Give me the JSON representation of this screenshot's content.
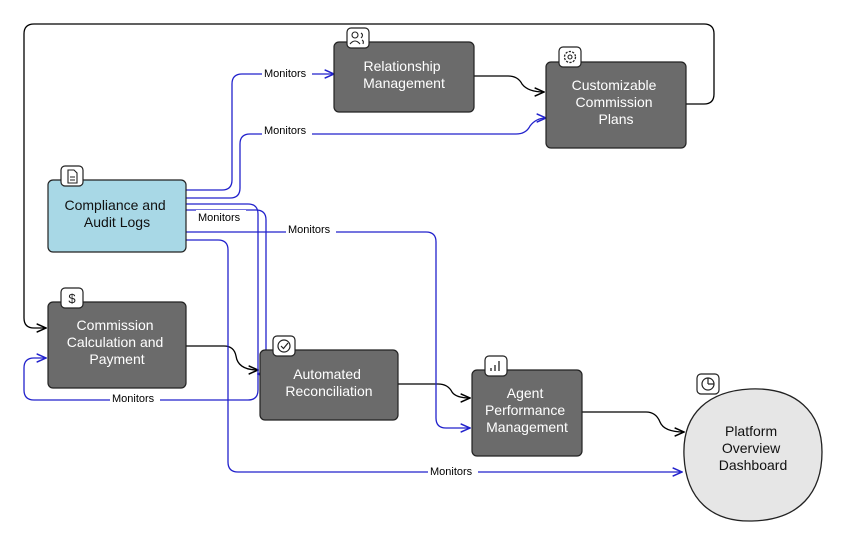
{
  "nodes": {
    "relationship": {
      "lines": [
        "Relationship",
        "Management"
      ],
      "icon": "users-icon"
    },
    "custom_plans": {
      "lines": [
        "Customizable",
        "Commission",
        "Plans"
      ],
      "icon": "gear-icon"
    },
    "compliance": {
      "lines": [
        "Compliance and",
        "Audit Logs"
      ],
      "icon": "document-icon"
    },
    "commission_calc": {
      "lines": [
        "Commission",
        "Calculation and",
        "Payment"
      ],
      "icon": "dollar-icon"
    },
    "reconciliation": {
      "lines": [
        "Automated",
        "Reconciliation"
      ],
      "icon": "check-circle-icon"
    },
    "agent_perf": {
      "lines": [
        "Agent",
        "Performance",
        "Management"
      ],
      "icon": "bar-chart-icon"
    },
    "dashboard": {
      "lines": [
        "Platform",
        "Overview",
        "Dashboard"
      ],
      "icon": "pie-chart-icon"
    }
  },
  "edge_labels": {
    "monitors_relationship": "Monitors",
    "monitors_plans": "Monitors",
    "monitors_reconciliation": "Monitors",
    "monitors_agent": "Monitors",
    "monitors_commission": "Monitors",
    "monitors_dashboard": "Monitors"
  },
  "colors": {
    "process_fill": "#6b6b6b",
    "highlight_fill": "#a8d8e6",
    "terminal_fill": "#e6e6e6",
    "monitor_edge": "#2222cc",
    "flow_edge": "#000000"
  }
}
